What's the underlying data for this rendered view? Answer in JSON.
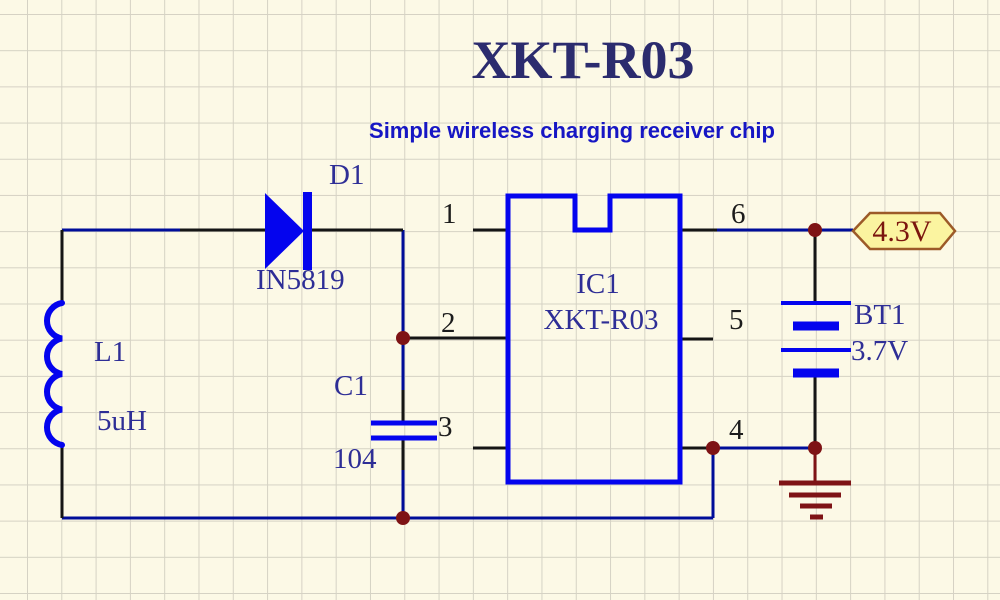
{
  "title": "XKT-R03",
  "subtitle": "Simple wireless charging receiver chip",
  "colors": {
    "background": "#FCF9E6",
    "grid": "#D5D2C4",
    "symbol-blue": "#0404EE",
    "wire-navy": "#000D99",
    "pin-black": "#151515",
    "maroon": "#7E1315",
    "label-navy": "#2E2E96",
    "title-navy": "#2B2B6E",
    "subtitle-blue": "#1616C4",
    "flag-fill": "#FBF4A0",
    "flag-border": "#9C5A28",
    "flag-text": "#7B150E",
    "pin-number-black": "#1C1C1C"
  },
  "components": {
    "inductor": {
      "designator": "L1",
      "value": "5uH"
    },
    "diode": {
      "designator": "D1",
      "value": "IN5819"
    },
    "capacitor": {
      "designator": "C1",
      "value": "104"
    },
    "ic": {
      "designator": "IC1",
      "value": "XKT-R03",
      "pins": [
        {
          "number": "1"
        },
        {
          "number": "2"
        },
        {
          "number": "3"
        },
        {
          "number": "4"
        },
        {
          "number": "5"
        },
        {
          "number": "6"
        }
      ]
    },
    "battery": {
      "designator": "BT1",
      "value": "3.7V"
    },
    "power_flag": {
      "label": "4.3V"
    }
  }
}
